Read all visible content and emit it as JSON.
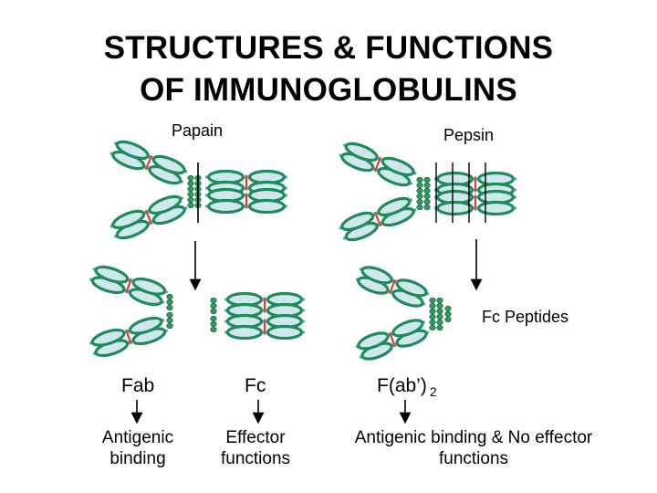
{
  "title": {
    "line1": "STRUCTURES & FUNCTIONS",
    "line2": "OF IMMUNOGLOBULINS"
  },
  "enzymes": {
    "papain": "Papain",
    "pepsin": "Pepsin",
    "fc_peptides": "Fc Peptides"
  },
  "fragments": {
    "fab": "Fab",
    "fc": "Fc",
    "fab2_main": "F(ab’)",
    "fab2_sub": "2"
  },
  "functions": {
    "fab": "Antigenic binding",
    "fc": "Effector functions",
    "fab2": "Antigenic binding & No effector functions"
  },
  "colors": {
    "domain_green": "#1f8a5a",
    "domain_light": "#cfe8ee",
    "heavy_chain_blue": "#5aa9c8",
    "disulfide_red": "#e23b3b",
    "hinge_green": "#2f9b5f"
  }
}
